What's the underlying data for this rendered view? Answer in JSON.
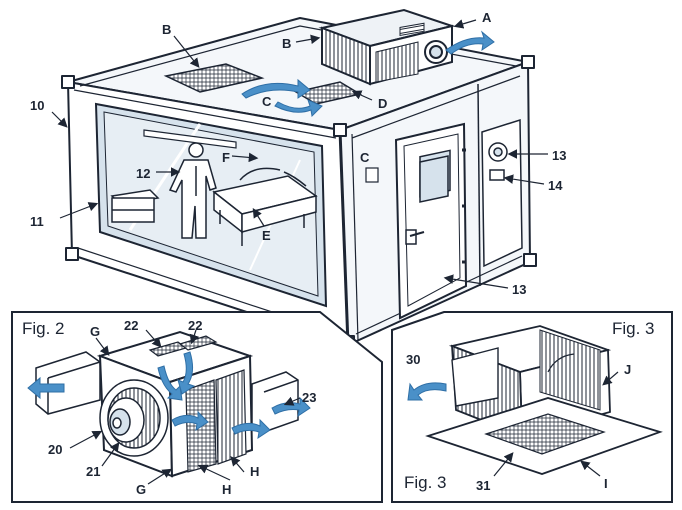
{
  "colors": {
    "line": "#1d2533",
    "arrow": "#4a90c8",
    "arrow_dark": "#2f6fa6",
    "glass": "#d6e2ec",
    "panel": "#eef2f6",
    "white": "#ffffff"
  },
  "labels": {
    "a": "A",
    "b_roof": "B",
    "b_unit": "B",
    "c_roof": "C",
    "c_wall": "C",
    "d": "D",
    "e": "E",
    "f": "F",
    "n10": "10",
    "n11": "11",
    "n12": "12",
    "n13_panel": "13",
    "n13_door": "13",
    "n14": "14"
  },
  "fig2": {
    "title": "Fig. 2",
    "labels": {
      "g_top": "G",
      "g_bottom": "G",
      "h_right": "H",
      "h_bottom": "H",
      "n20": "20",
      "n21": "21",
      "n22_left": "22",
      "n22_right": "22",
      "n23": "23"
    }
  },
  "fig3": {
    "title_top": "Fig. 3",
    "title_bottom": "Fig. 3",
    "labels": {
      "i": "I",
      "j": "J",
      "n30": "30",
      "n31": "31"
    }
  }
}
